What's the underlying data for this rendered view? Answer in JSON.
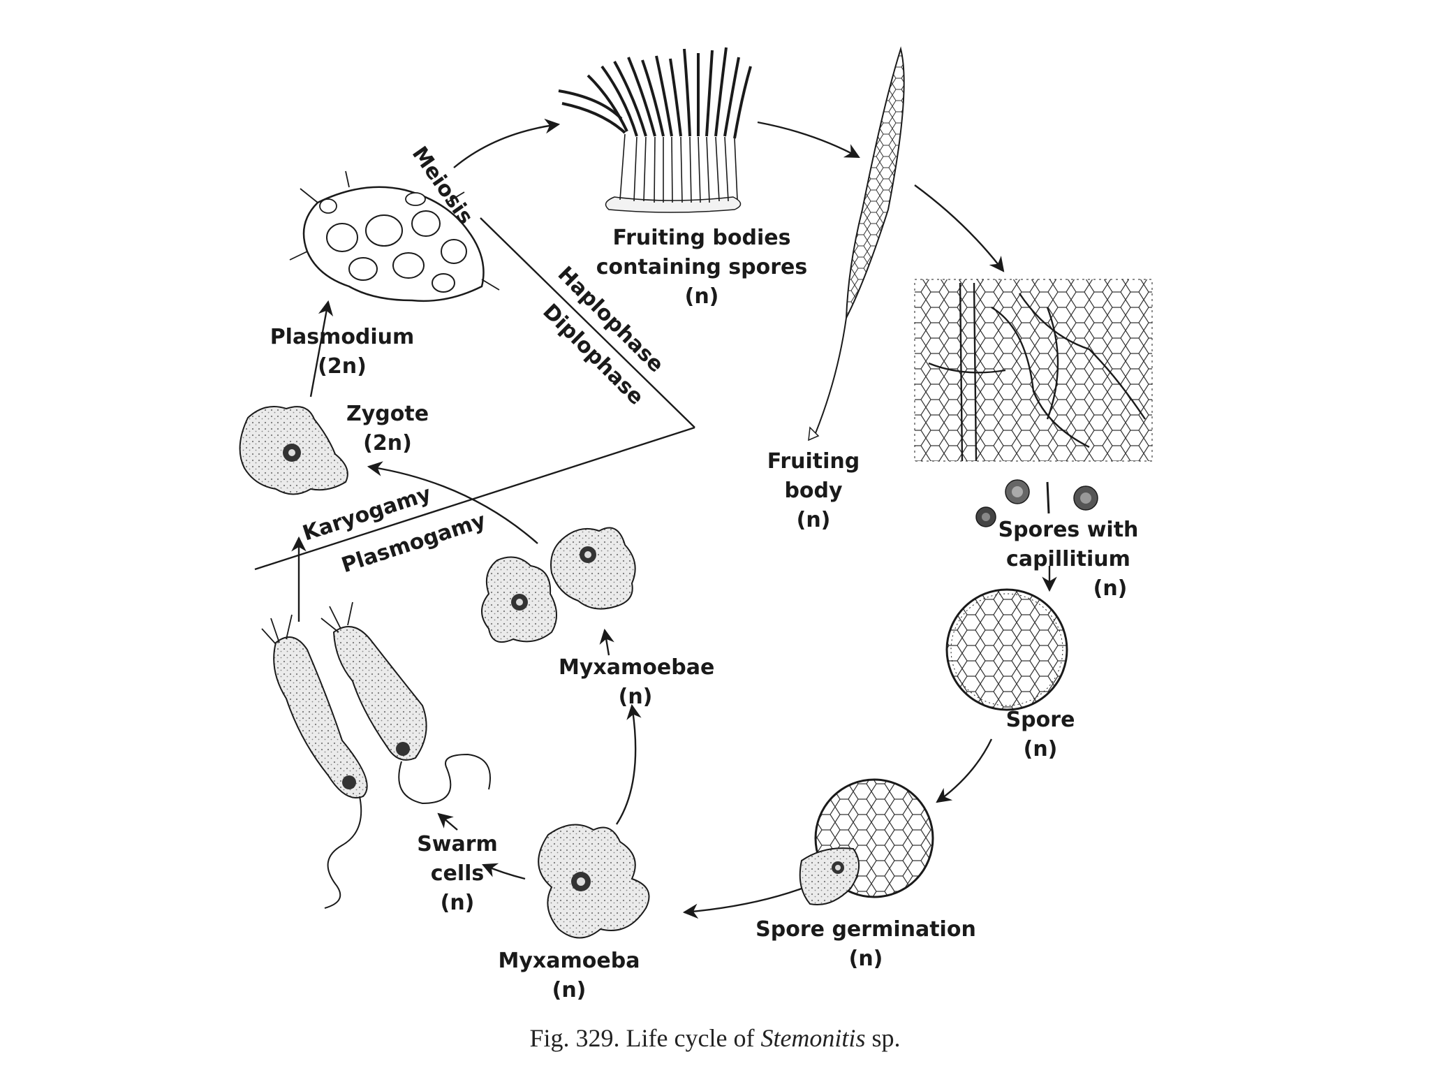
{
  "diagram": {
    "stages": {
      "fruiting_bodies": [
        "Fruiting bodies",
        "containing spores",
        "(n)"
      ],
      "fruiting_body": [
        "Fruiting",
        "body",
        "(n)"
      ],
      "spores_capillitium": [
        "Spores with",
        "capillitium",
        "(n)"
      ],
      "spore": [
        "Spore",
        "(n)"
      ],
      "spore_germination": [
        "Spore germination",
        "(n)"
      ],
      "myxamoeba": [
        "Myxamoeba",
        "(n)"
      ],
      "myxamoebae": [
        "Myxamoebae",
        "(n)"
      ],
      "swarm_cells": [
        "Swarm",
        "cells",
        "(n)"
      ],
      "zygote": [
        "Zygote",
        "(2n)"
      ],
      "plasmodium": [
        "Plasmodium",
        "(2n)"
      ]
    },
    "process_labels": {
      "meiosis": "Meiosis",
      "haplophase": "Haplophase",
      "diplophase": "Diplophase",
      "karyogamy": "Karyogamy",
      "plasmogamy": "Plasmogamy"
    },
    "caption": {
      "prefix": "Fig. 329. Life cycle of ",
      "genus": "Stemonitis",
      "suffix": " sp."
    }
  }
}
